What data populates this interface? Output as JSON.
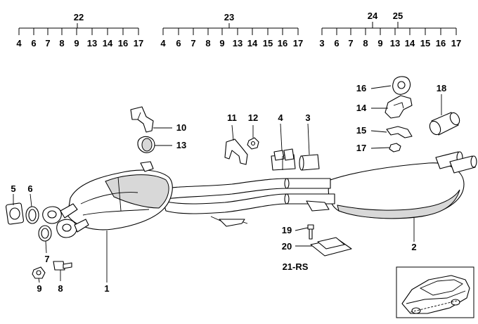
{
  "groups": [
    {
      "parent": "22",
      "children": [
        "4",
        "6",
        "7",
        "8",
        "9",
        "13",
        "14",
        "16",
        "17"
      ]
    },
    {
      "parent": "23",
      "children": [
        "4",
        "6",
        "7",
        "8",
        "9",
        "13",
        "14",
        "15",
        "16",
        "17"
      ]
    },
    {
      "parent": "24",
      "parent2": "25",
      "children": [
        "3",
        "6",
        "7",
        "8",
        "9",
        "13",
        "14",
        "15",
        "16",
        "17"
      ]
    }
  ],
  "callouts": {
    "p1": "1",
    "p2": "2",
    "p3": "3",
    "p4": "4",
    "p5": "5",
    "p6": "6",
    "p7": "7",
    "p8": "8",
    "p9": "9",
    "p10": "10",
    "p11": "11",
    "p12": "12",
    "p13": "13",
    "p14": "14",
    "p15": "15",
    "p16": "16",
    "p17": "17",
    "p18": "18",
    "p19": "19",
    "p20": "20",
    "p21": "21-RS"
  }
}
